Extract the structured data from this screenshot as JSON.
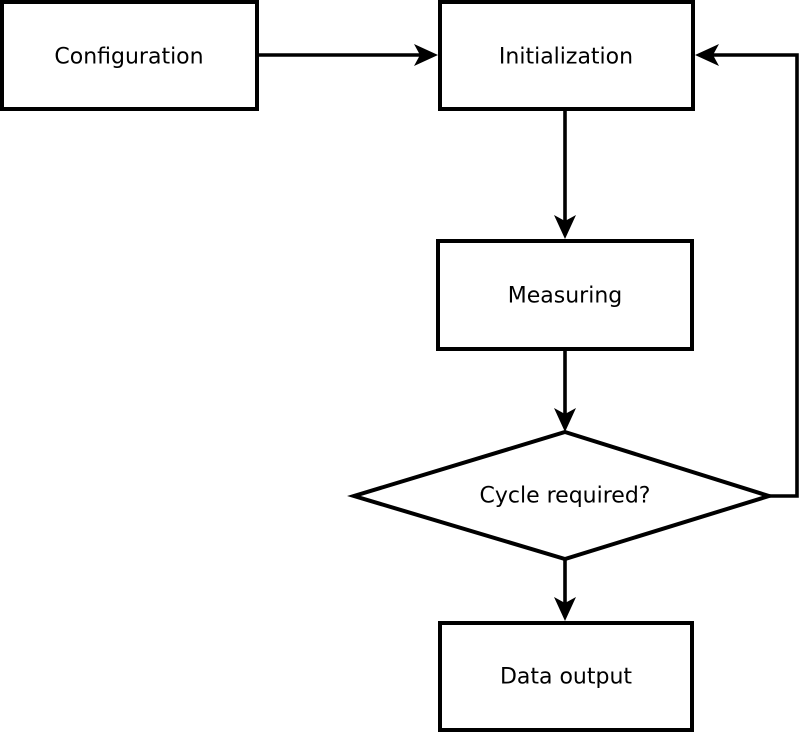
{
  "diagram": {
    "type": "flowchart",
    "background": "#ffffff",
    "stroke_color": "#000000",
    "text_color": "#000000",
    "node_fill": "#ffffff",
    "nodes": {
      "configuration": {
        "label": "Configuration",
        "shape": "rectangle"
      },
      "initialization": {
        "label": "Initialization",
        "shape": "rectangle"
      },
      "measuring": {
        "label": "Measuring",
        "shape": "rectangle"
      },
      "cycle_required": {
        "label": "Cycle required?",
        "shape": "decision-diamond"
      },
      "data_output": {
        "label": "Data output",
        "shape": "rectangle"
      }
    },
    "edges": [
      {
        "from": "configuration",
        "to": "initialization",
        "style": "arrow"
      },
      {
        "from": "initialization",
        "to": "measuring",
        "style": "arrow"
      },
      {
        "from": "measuring",
        "to": "cycle_required",
        "style": "arrow"
      },
      {
        "from": "cycle_required",
        "to": "data_output",
        "style": "arrow"
      },
      {
        "from": "cycle_required",
        "to": "initialization",
        "style": "arrow-loop-back"
      }
    ]
  }
}
